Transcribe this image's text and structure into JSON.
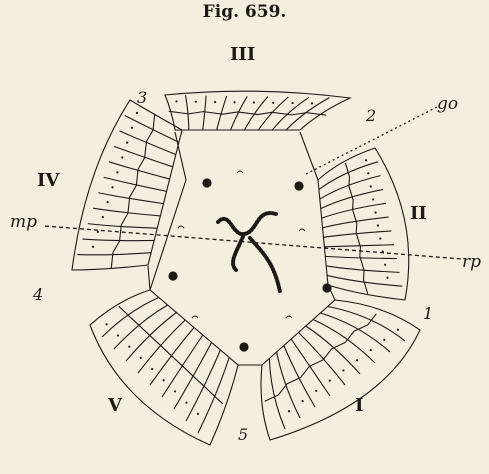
{
  "figure": {
    "title": "Fig. 659."
  },
  "roman_labels": [
    "III",
    "IV",
    "II",
    "V",
    "I"
  ],
  "number_labels": [
    "3",
    "2",
    "4",
    "1",
    "5"
  ],
  "line_labels": {
    "mp": "mp",
    "rp": "rp",
    "go": "go"
  },
  "colors": {
    "paper": "#f3eedd",
    "ink": "#1d1a14"
  }
}
